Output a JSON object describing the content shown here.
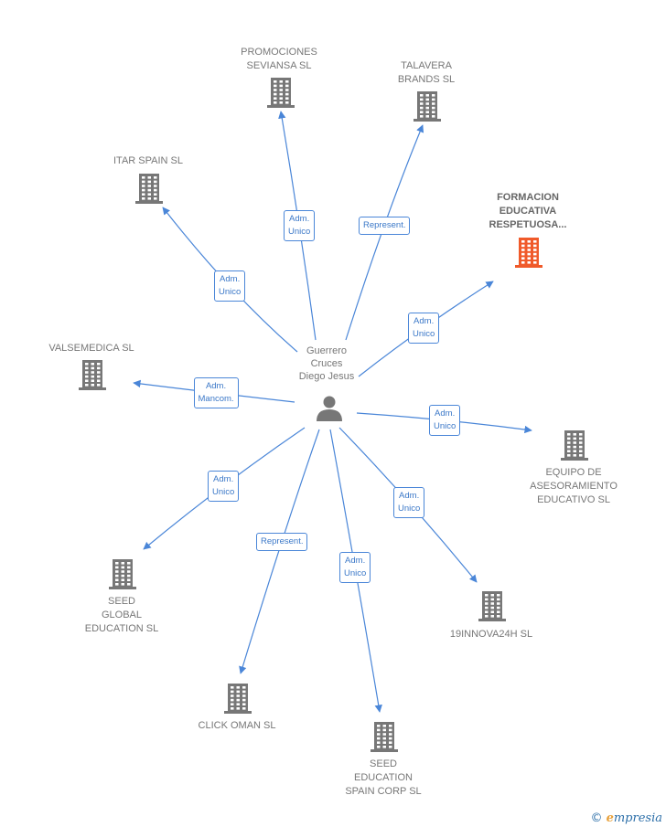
{
  "center": {
    "label": "Guerrero\nCruces\nDiego Jesus",
    "icon": "person-icon"
  },
  "colors": {
    "edge": "#4a86d8",
    "building": "#777777",
    "highlight": "#f05a2a"
  },
  "nodes": [
    {
      "id": "promociones",
      "label": "PROMOCIONES\nSEVIANSA SL",
      "icon": "building-icon",
      "highlight": false
    },
    {
      "id": "talavera",
      "label": "TALAVERA\nBRANDS SL",
      "icon": "building-icon",
      "highlight": false
    },
    {
      "id": "itar",
      "label": "ITAR SPAIN SL",
      "icon": "building-icon",
      "highlight": false
    },
    {
      "id": "formacion",
      "label": "FORMACION\nEDUCATIVA\nRESPETUOSA...",
      "icon": "building-icon",
      "highlight": true
    },
    {
      "id": "valsemedica",
      "label": "VALSEMEDICA SL",
      "icon": "building-icon",
      "highlight": false
    },
    {
      "id": "equipo",
      "label": "EQUIPO DE\nASESORAMIENTO\nEDUCATIVO SL",
      "icon": "building-icon",
      "highlight": false
    },
    {
      "id": "seedglobal",
      "label": "SEED\nGLOBAL\nEDUCATION SL",
      "icon": "building-icon",
      "highlight": false
    },
    {
      "id": "innova",
      "label": "19INNOVA24H SL",
      "icon": "building-icon",
      "highlight": false
    },
    {
      "id": "clickoman",
      "label": "CLICK OMAN SL",
      "icon": "building-icon",
      "highlight": false
    },
    {
      "id": "seedspain",
      "label": "SEED\nEDUCATION\nSPAIN CORP SL",
      "icon": "building-icon",
      "highlight": false
    }
  ],
  "edges": [
    {
      "to": "promociones",
      "label": "Adm.\nUnico"
    },
    {
      "to": "talavera",
      "label": "Represent."
    },
    {
      "to": "itar",
      "label": "Adm.\nUnico"
    },
    {
      "to": "formacion",
      "label": "Adm.\nUnico"
    },
    {
      "to": "valsemedica",
      "label": "Adm.\nMancom."
    },
    {
      "to": "equipo",
      "label": "Adm.\nUnico"
    },
    {
      "to": "seedglobal",
      "label": "Adm.\nUnico"
    },
    {
      "to": "innova",
      "label": "Adm.\nUnico"
    },
    {
      "to": "clickoman",
      "label": "Represent."
    },
    {
      "to": "seedspain",
      "label": "Adm.\nUnico"
    }
  ],
  "footer": {
    "copyright": "©",
    "brand_first": "e",
    "brand_rest": "mpresia"
  }
}
